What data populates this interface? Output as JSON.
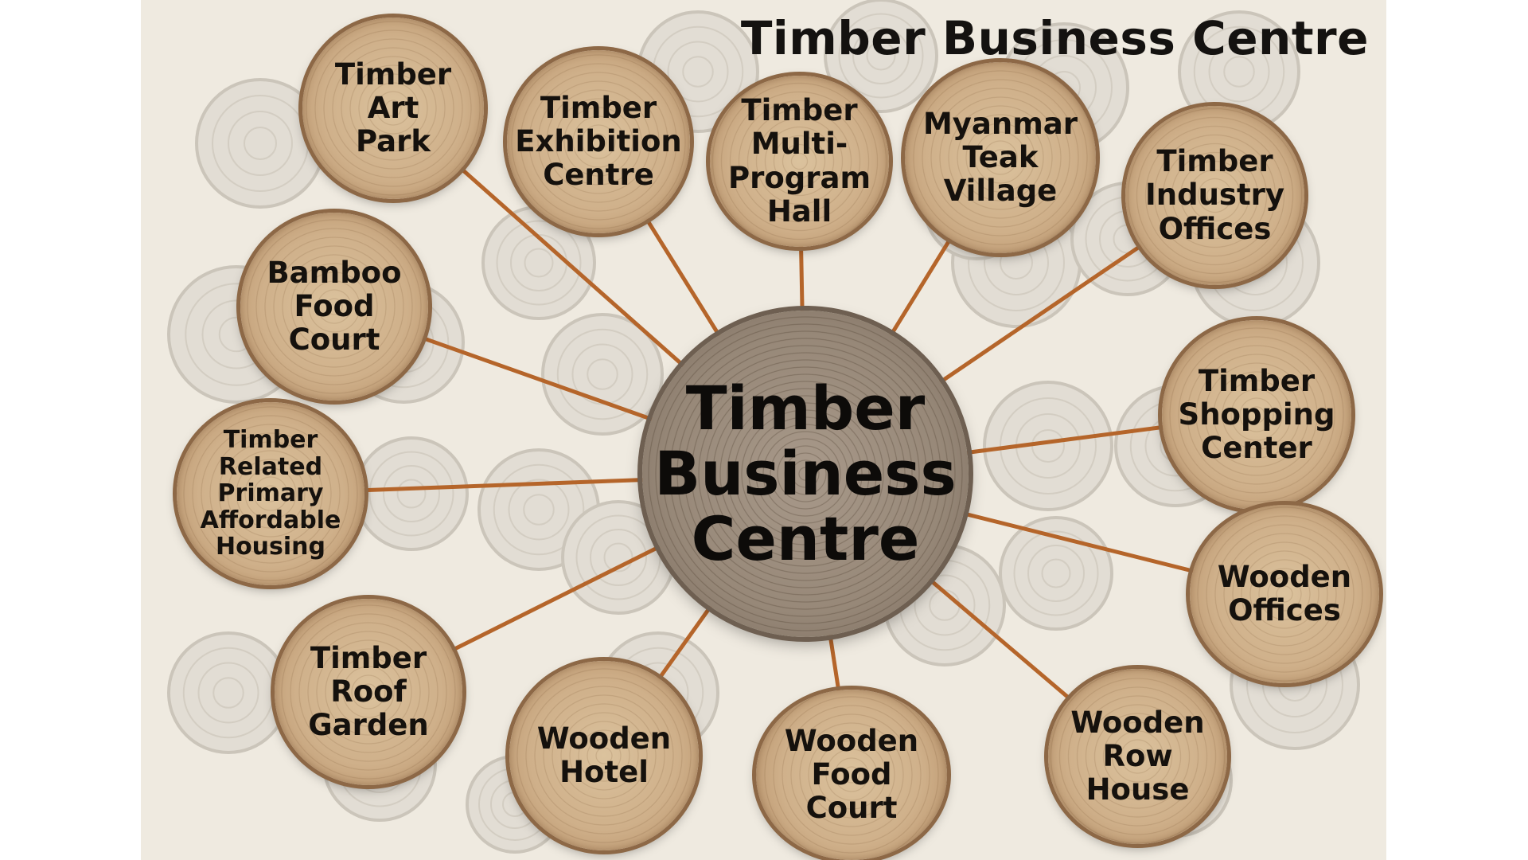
{
  "title": "Timber Business Centre",
  "center": {
    "label": "Timber\nBusiness\nCentre"
  },
  "nodes": [
    {
      "id": "timber-art-park",
      "label": "Timber Art\nPark"
    },
    {
      "id": "timber-exhibition-centre",
      "label": "Timber\nExhibition\nCentre"
    },
    {
      "id": "timber-multi-program-hall",
      "label": "Timber\nMulti-\nProgram\nHall"
    },
    {
      "id": "myanmar-teak-village",
      "label": "Myanmar\nTeak\nVillage"
    },
    {
      "id": "timber-industry-offices",
      "label": "Timber\nIndustry\nOffices"
    },
    {
      "id": "bamboo-food-court",
      "label": "Bamboo\nFood Court"
    },
    {
      "id": "timber-shopping-center",
      "label": "Timber\nShopping\nCenter"
    },
    {
      "id": "timber-related-primary-affordable-housing",
      "label": "Timber\nRelated\nPrimary\nAffordable\nHousing"
    },
    {
      "id": "wooden-offices",
      "label": "Wooden\nOffices"
    },
    {
      "id": "timber-roof-garden",
      "label": "Timber\nRoof\nGarden"
    },
    {
      "id": "wooden-hotel",
      "label": "Wooden\nHotel"
    },
    {
      "id": "wooden-food-court",
      "label": "Wooden\nFood Court"
    },
    {
      "id": "wooden-row-house",
      "label": "Wooden\nRow House"
    }
  ],
  "colors": {
    "background": "#efeae0",
    "connector": "#b5652a",
    "text": "#141210"
  }
}
